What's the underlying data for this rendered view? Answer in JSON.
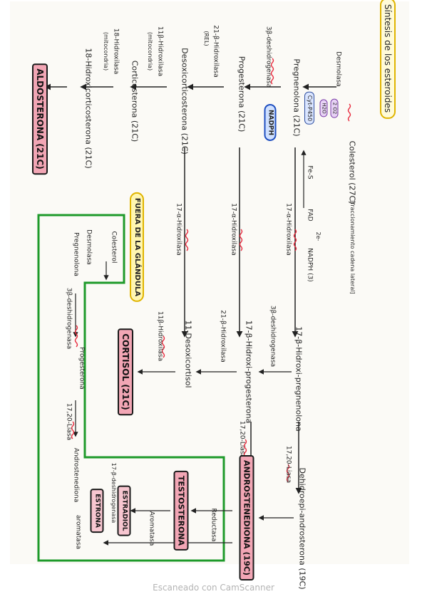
{
  "title": "Síntesis de los esteroides",
  "labels": {
    "colesterol": "Colesterol (27C)",
    "fraccion": "[fraccionamiento cadena lateral]",
    "desmolasa": "Desmolasa",
    "cyt_p450": "Cyt-P450",
    "fe_s": "Fe-S",
    "fad": "FAD",
    "e_label": "2e-",
    "nadph_3": "NADPH (3)",
    "o2_chip": "2 O2",
    "h2o_chip": "H2O",
    "pregnenolona": "Pregnenolona (21C)",
    "three_b_main": "3β-deshidrogenasa",
    "nadph_box": "NADPH",
    "progesterona": "Progesterona (21C)",
    "hidrox_21_a": "21-β-Hidroxilasa",
    "note_rer": "(REL)",
    "desoxicorticosterona": "Desoxicorticosterona (21C)",
    "hidrox_11b_a": "11β-Hidroxilasa",
    "note_mito_a": "(mitocondria)",
    "corticosterona": "Corticosterona (21C)",
    "hidrox_18": "18-Hidroxilasa",
    "note_mito_b": "(mitocondria)",
    "hidroxicorticosterona": "18-Hidroxicorticosterona (21C)",
    "aldosterona": "ALDOSTERONA (21C)",
    "hidrox_17a_1": "17-α-Hidroxilasa",
    "hidrox_17a_2": "17-α-Hidroxilasa",
    "hidrox_17a_3": "17-α-Hidroxilasa",
    "hidroxi_preg": "17-β-Hidroxi-pregnenolona",
    "three_b_2": "3β-deshidrogenasa",
    "hidroxi_prog": "17-β-Hidroxi-progesterona",
    "hidrox_21_b": "21-β-Hidroxilasa",
    "desoxicortisol": "11-Desoxicortisol",
    "hidrox_11b_b": "11β-Hidroxilasa",
    "cortisol": "CORTISOL (21C)",
    "liasa_a": "17,20-Liasa",
    "liasa_b": "17,20-Liasa",
    "dehidroepi": "Dehidroepi-androsterona (19C)",
    "androstenediona": "ANDROSTENEDIONA (19C)",
    "reductasa": "Reductasa",
    "testosterona": "TESTOSTERONA",
    "aromatasa": "Aromatasa",
    "estradiol": "ESTRADIOL",
    "hidrox_17b": "17-β-deshidrogenasa",
    "estrona": "ESTRONA",
    "aromatasa_b": "aromatasa",
    "fuera": "FUERA DE LA GLÁNDULA",
    "colesterol_2": "Colesterol",
    "desmolasa_2": "Desmolasa",
    "pregnenolona_2": "Pregnenolona",
    "three_b_3": "3β-deshidrogenasa",
    "progesterona_2": "Progesterona",
    "liasa_c": "17,20-Liasa",
    "androstenediona_2": "Androstenediona"
  },
  "footer": "Escaneado con CamScanner",
  "colors": {
    "paper": "#fbfaf6",
    "ink": "#222222",
    "wavy_red": "#e8283c",
    "green_frame": "#1e9a2a",
    "box_pink": "#f2a6b5",
    "cloud_yellow": "#fff6b0",
    "nadph_blue": "#cfe0ff"
  }
}
